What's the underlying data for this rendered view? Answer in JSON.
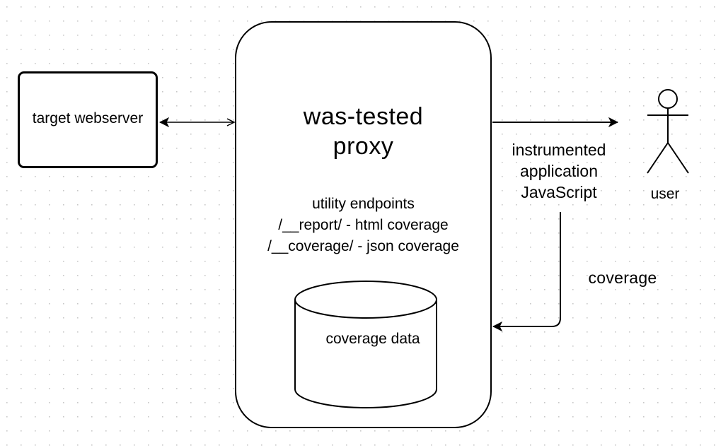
{
  "diagram": {
    "target_webserver": {
      "label": "target webserver"
    },
    "proxy": {
      "title_line1": "was-tested",
      "title_line2": "proxy",
      "endpoints": {
        "heading": "utility endpoints",
        "report": "/__report/ - html coverage",
        "coverage": "/__coverage/ - json coverage"
      },
      "database": {
        "label": "coverage data"
      }
    },
    "user": {
      "label": "user"
    },
    "edges": {
      "proxy_to_user": {
        "line1": "instrumented",
        "line2": "application",
        "line3": "JavaScript"
      },
      "user_to_proxy": {
        "label": "coverage"
      }
    },
    "colors": {
      "stroke": "#000000",
      "background": "#ffffff",
      "grid_dot": "#c8c8c8"
    }
  }
}
